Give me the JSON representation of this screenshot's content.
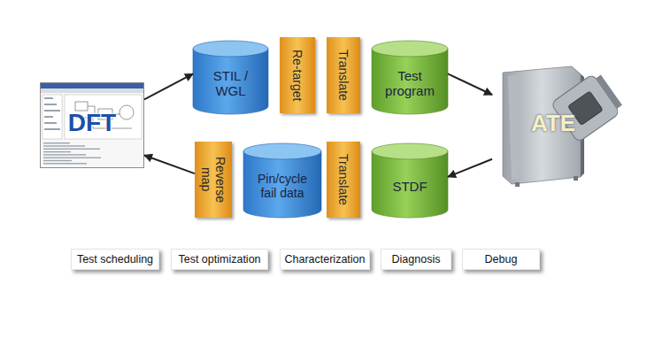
{
  "diagram": {
    "nodes": [
      {
        "text": [
          "DFT"
        ]
      },
      {
        "text": [
          "STIL / WGL"
        ]
      },
      {
        "text": [
          "Re-target"
        ]
      },
      {
        "text": [
          "Translate"
        ]
      },
      {
        "text": [
          "Test program"
        ]
      },
      {
        "text": [
          "ATE"
        ]
      },
      {
        "text": [
          "Reverse map"
        ]
      },
      {
        "text": [
          "Pin/cycle fail data"
        ]
      },
      {
        "text": [
          "Translate"
        ]
      },
      {
        "text": [
          "STDF"
        ]
      },
      {
        "text": [
          "Test scheduling"
        ]
      },
      {
        "text": [
          "Test optimization"
        ]
      },
      {
        "text": [
          "Characterization"
        ]
      },
      {
        "text": [
          "Diagnosis"
        ]
      },
      {
        "text": [
          "Debug"
        ]
      }
    ],
    "edges": [
      {
        "from": 0,
        "to": 1,
        "arrow": "to"
      },
      {
        "from": 4,
        "to": 5,
        "arrow": "to"
      },
      {
        "from": 5,
        "to": 9,
        "arrow": "to"
      },
      {
        "from": 6,
        "to": 0,
        "arrow": "to"
      }
    ]
  }
}
